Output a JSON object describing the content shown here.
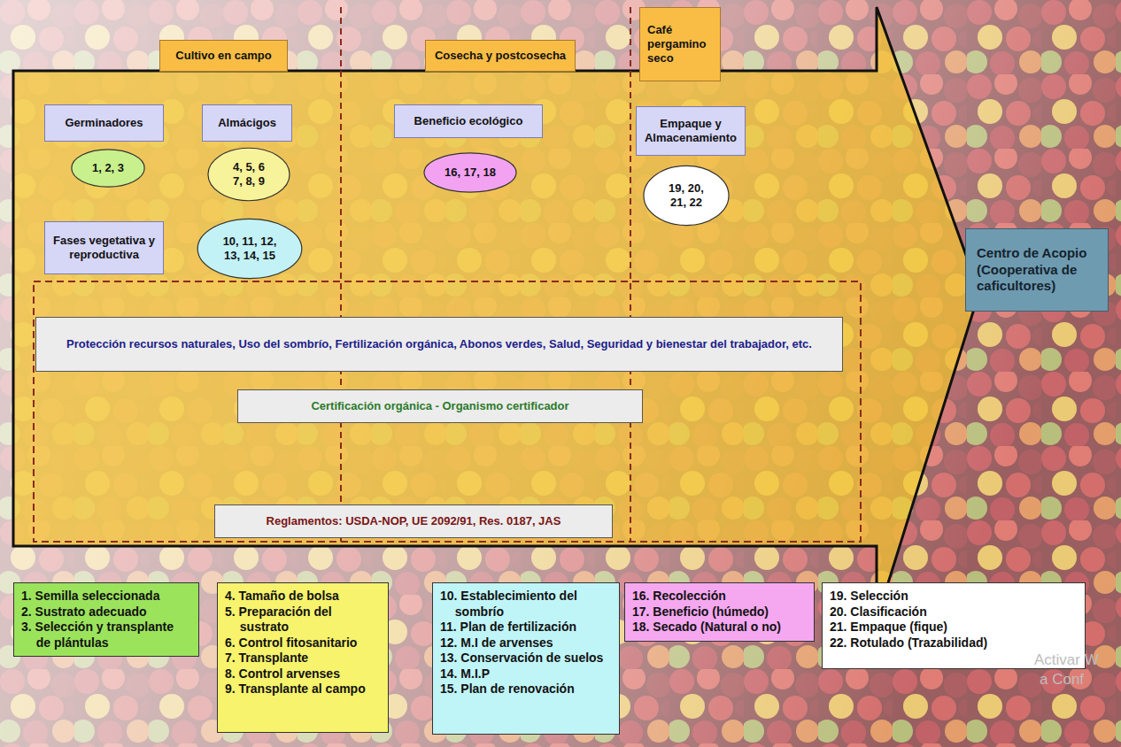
{
  "diagram": {
    "nodes": [
      {
        "text": [
          "Cultivo en campo"
        ]
      },
      {
        "text": [
          "Cosecha y postcosecha"
        ]
      },
      {
        "text": [
          "Café pergamino seco"
        ]
      },
      {
        "text": [
          "Germinadores"
        ]
      },
      {
        "text": [
          "Almácigos"
        ]
      },
      {
        "text": [
          "Beneficio ecológico"
        ]
      },
      {
        "text": [
          "Empaque y Almacenamiento"
        ]
      },
      {
        "text": [
          "1, 2, 3"
        ]
      },
      {
        "text": [
          "4, 5, 6 7, 8, 9"
        ]
      },
      {
        "text": [
          "16, 17, 18"
        ]
      },
      {
        "text": [
          "19, 20, 21, 22"
        ]
      },
      {
        "text": [
          "Fases vegetativa y reproductiva"
        ]
      },
      {
        "text": [
          "10, 11, 12, 13, 14, 15"
        ]
      },
      {
        "text": [
          "Protección recursos naturales, Uso del sombrío, Fertilización orgánica, Abonos verdes, Salud, Seguridad y bienestar del trabajador, etc."
        ]
      },
      {
        "text": [
          "Certificación orgánica - Organismo certificador"
        ]
      },
      {
        "text": [
          "Reglamentos: USDA-NOP, UE 2092/91, Res. 0187, JAS"
        ]
      },
      {
        "text": [
          "Centro de Acopio (Cooperativa de caficultores)"
        ]
      },
      {
        "text": [
          "1. Semilla seleccionada",
          "2. Sustrato adecuado",
          "3. Selección y transplante de plántulas"
        ]
      },
      {
        "text": [
          "4. Tamaño de bolsa",
          "5. Preparación del sustrato",
          "6. Control fitosanitario",
          "7. Transplante",
          "8. Control arvenses",
          "9. Transplante al campo"
        ]
      },
      {
        "text": [
          "10. Establecimiento del sombrío",
          "11. Plan de fertilización",
          "12. M.I de arvenses",
          "13. Conservación de suelos",
          "14. M.I.P",
          "15. Plan de renovación"
        ]
      },
      {
        "text": [
          "16. Recolección",
          "17. Beneficio (húmedo)",
          "18. Secado (Natural o no)"
        ]
      },
      {
        "text": [
          "19. Selección",
          "20. Clasificación",
          "21. Empaque (fique)",
          "22. Rotulado (Trazabilidad)"
        ]
      }
    ],
    "labels": [
      "Activar W",
      "a Conf"
    ]
  }
}
